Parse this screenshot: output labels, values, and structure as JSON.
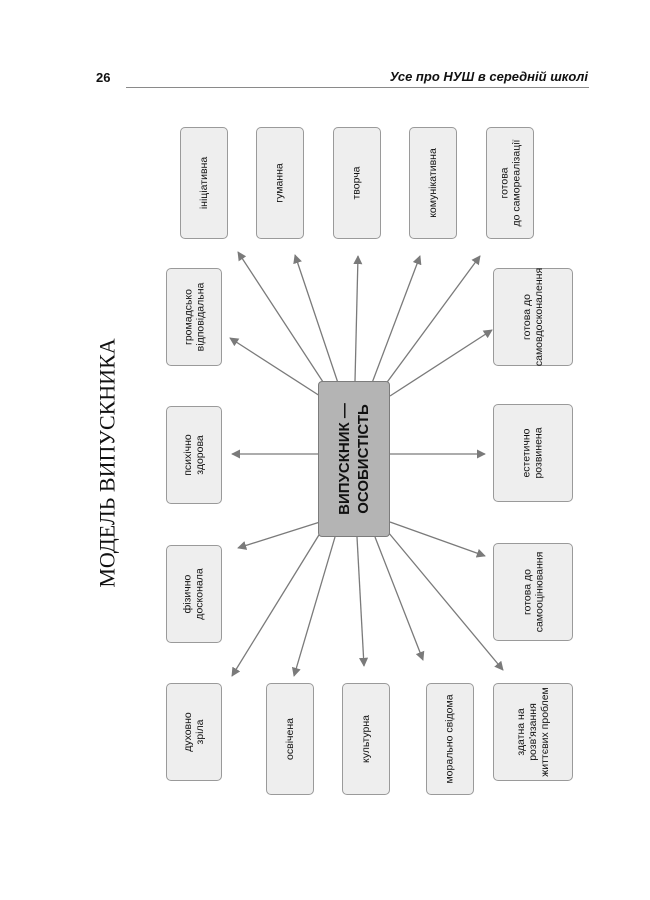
{
  "header": {
    "page_number": "26",
    "running_title": "Усе про НУШ в середній школі"
  },
  "diagram": {
    "title": "МОДЕЛЬ ВИПУСКНИКА",
    "center": "ВИПУСКНИК —\nОСОБИСТІСТЬ",
    "nodes": {
      "initiative": "ініціативна",
      "humane": "гуманна",
      "creative": "творча",
      "communicative": "комунікативна",
      "ready_self_realization": "готова\nдо самореалізації",
      "civic_responsible": "громадсько\nвідповідальна",
      "ready_self_improvement": "готова до\nсамовдосконалення",
      "mentally_healthy": "психічно\nздорова",
      "aesthetically_developed": "естетично\nрозвинена",
      "physically_perfect": "фізично\nдосконала",
      "ready_self_assessment": "готова до\nсамооцінювання",
      "spiritually_mature": "духовно\nзріла",
      "educated": "освічена",
      "cultured": "культурна",
      "morally_conscious": "морально свідома",
      "problem_solving": "здатна на\nрозв'язання\nжиттєвих проблем"
    }
  },
  "colors": {
    "box_fill": "#eeeeee",
    "box_border": "#9a9a9a",
    "center_fill": "#b4b4b4",
    "arrow": "#7a7a7a"
  }
}
